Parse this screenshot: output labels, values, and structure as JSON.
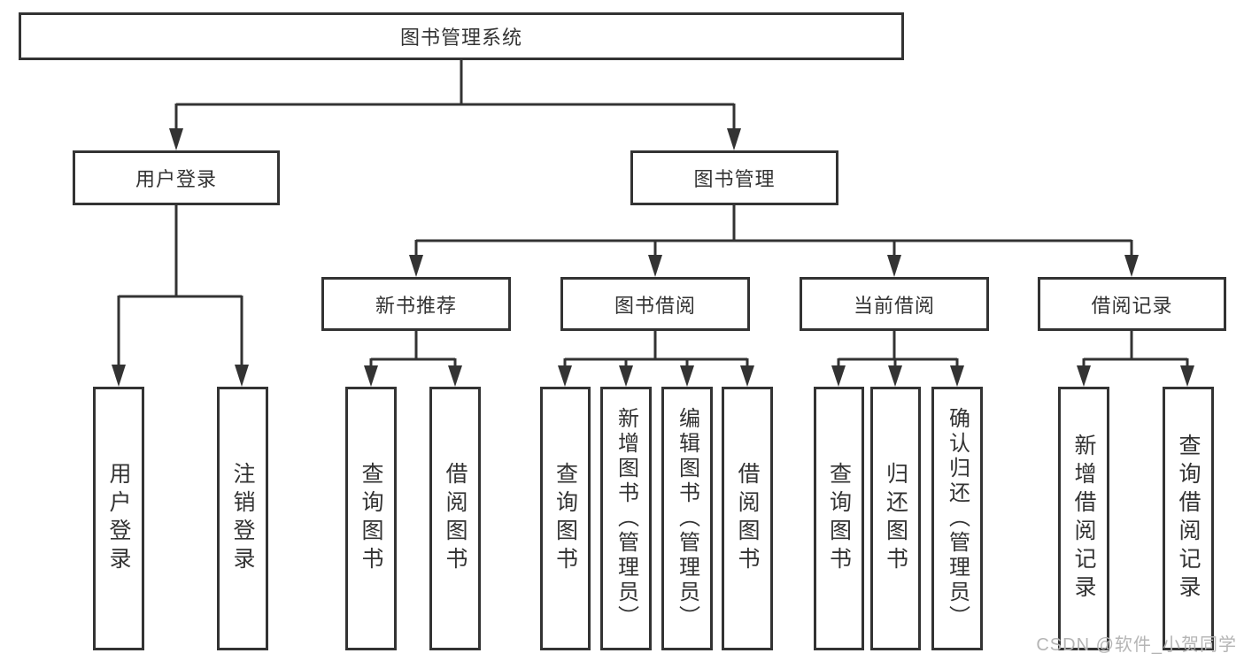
{
  "diagram": {
    "root": "图书管理系统",
    "level2": {
      "user_login": "用户登录",
      "book_mgmt": "图书管理"
    },
    "level3": {
      "new_books": "新书推荐",
      "book_borrow": "图书借阅",
      "current_borrow": "当前借阅",
      "borrow_records": "借阅记录"
    },
    "leaves": {
      "user_login": "用户登录",
      "logout": "注销登录",
      "query_books_1": "查询图书",
      "borrow_books_1": "借阅图书",
      "query_books_2": "查询图书",
      "add_books_admin": "新增图书（管理员）",
      "edit_books_admin": "编辑图书（管理员）",
      "borrow_books_2": "借阅图书",
      "query_books_3": "查询图书",
      "return_books": "归还图书",
      "confirm_return_admin": "确认归还（管理员）",
      "add_borrow_record": "新增借阅记录",
      "query_borrow_record": "查询借阅记录"
    }
  },
  "watermark": "CSDN @软件_小贺同学",
  "colors": {
    "line": "#333333",
    "text": "#333333",
    "watermark": "#b5b5b5",
    "background": "#ffffff"
  }
}
